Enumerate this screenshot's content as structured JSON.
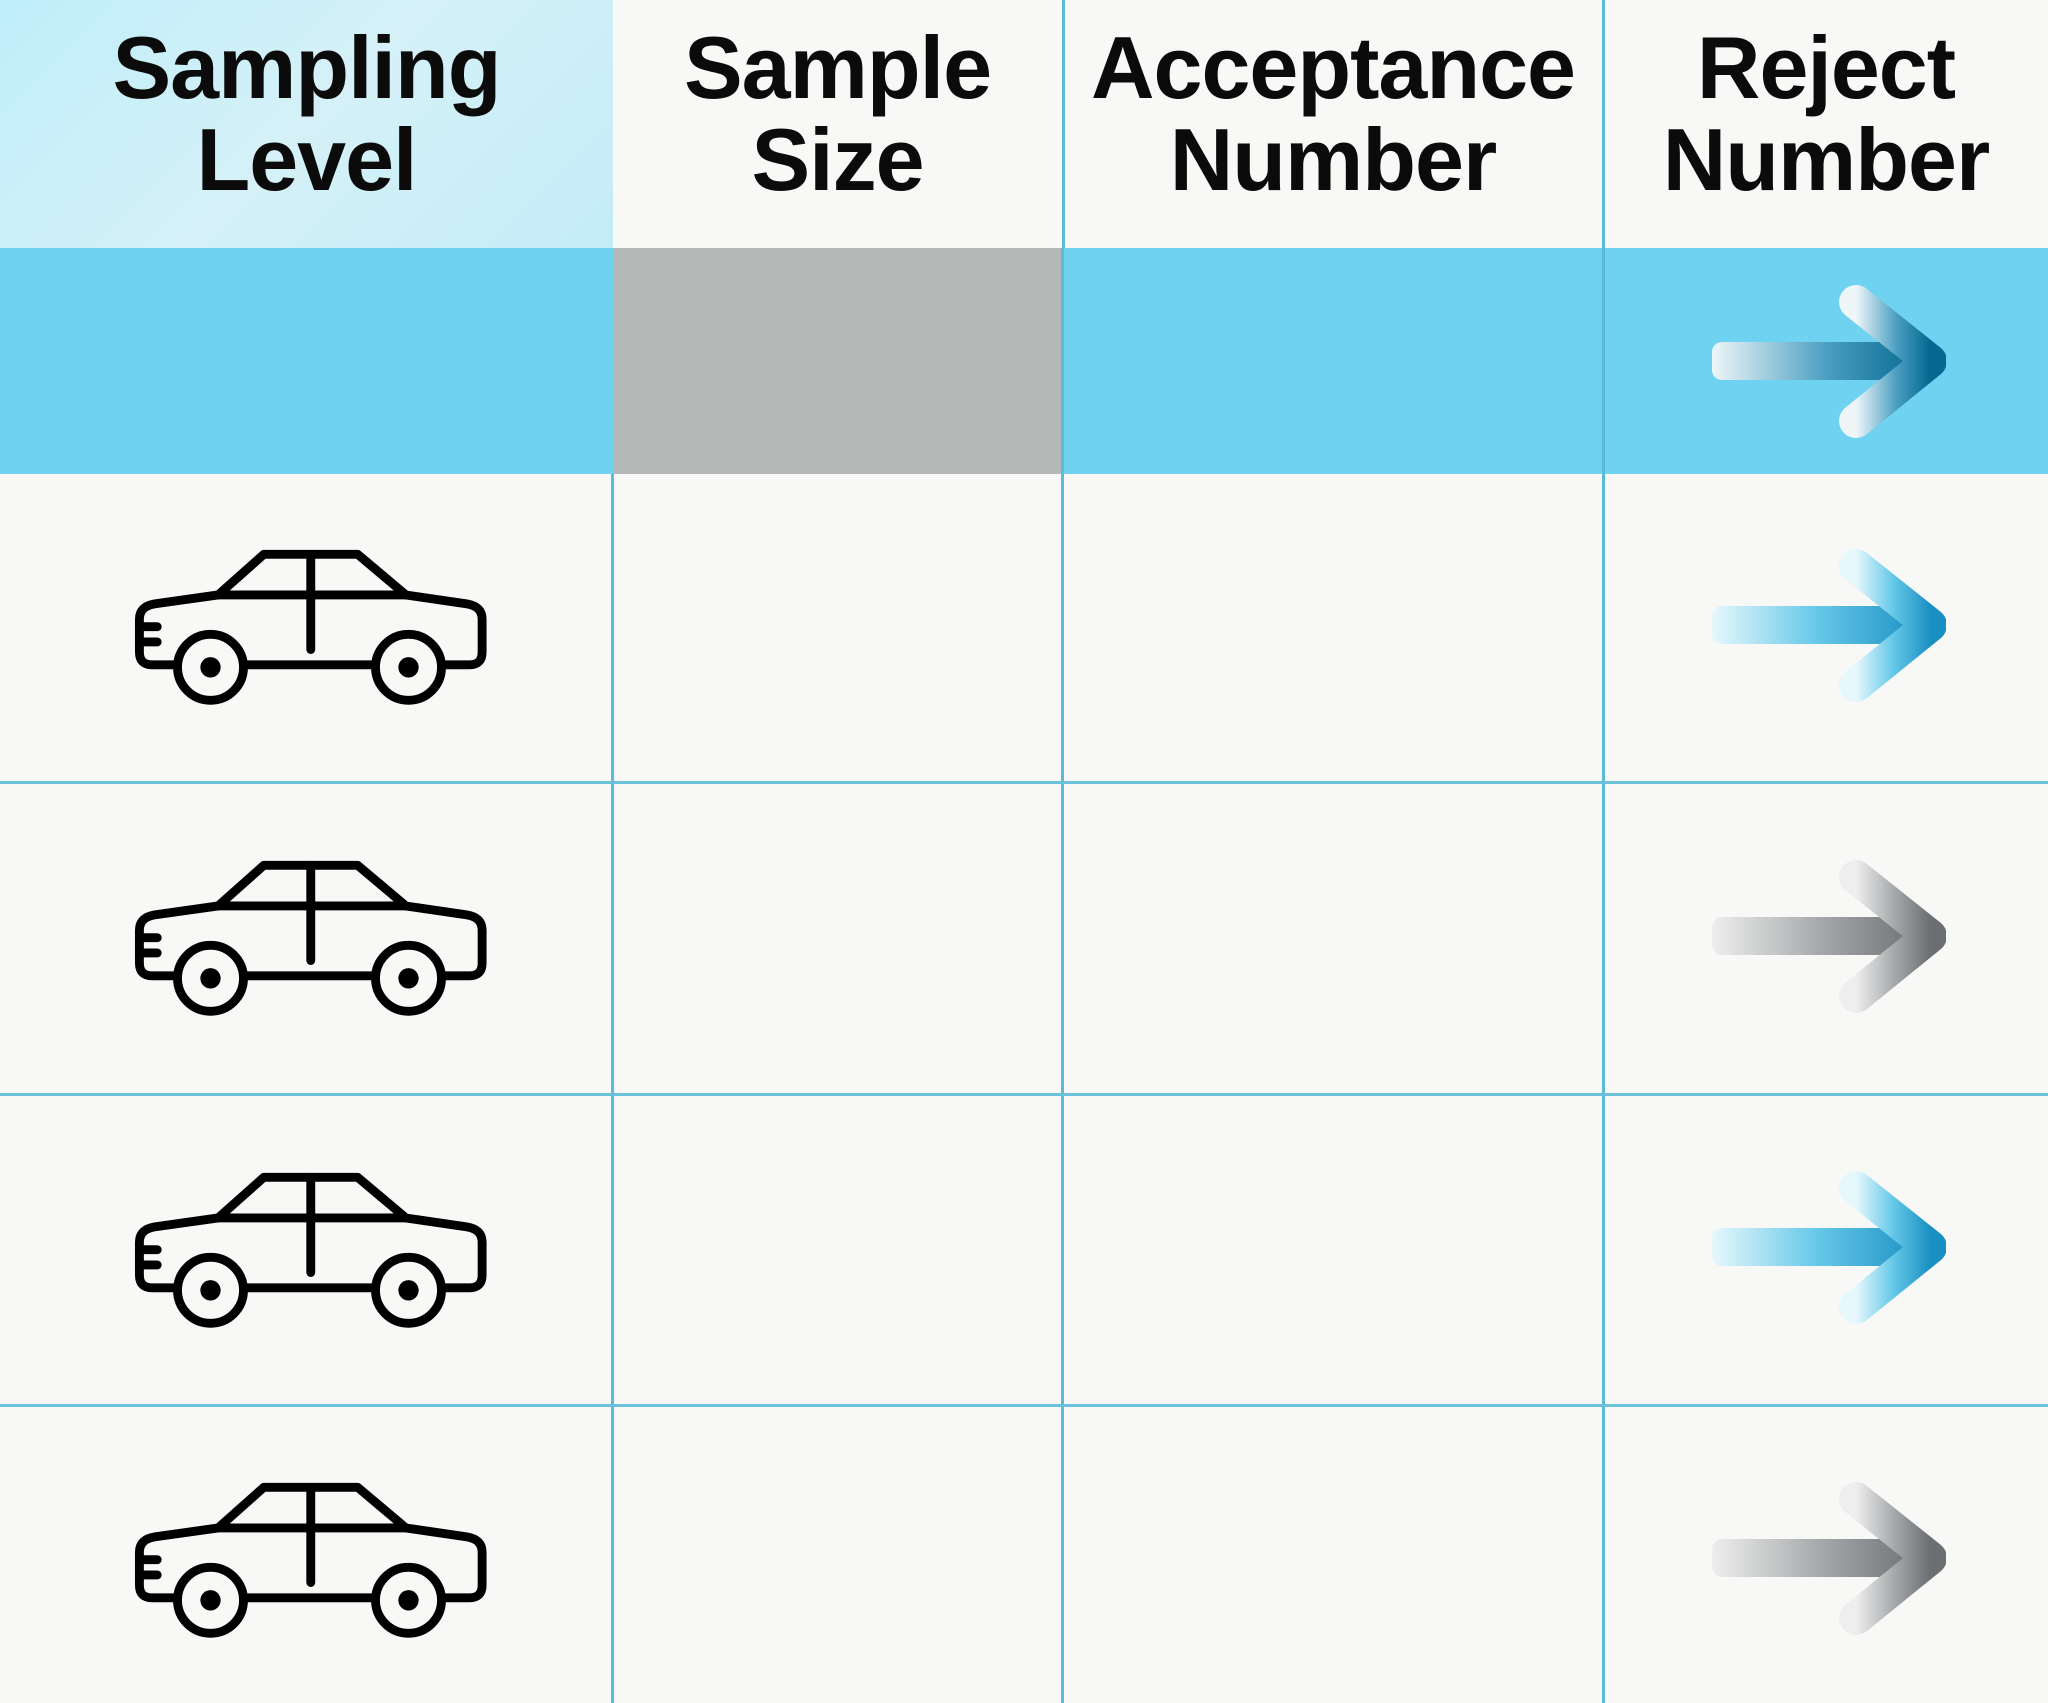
{
  "table": {
    "headers": [
      {
        "line1": "Sampling",
        "line2": "Level"
      },
      {
        "line1": "Sample",
        "line2": "Size"
      },
      {
        "line1": "Acceptance",
        "line2": "Number"
      },
      {
        "line1": "Reject",
        "line2": "Number"
      }
    ],
    "rows": [
      {
        "icon": "none",
        "arrow_icon": "arrow-right-icon",
        "arrow_color": "#0a6e98",
        "highlighted": true
      },
      {
        "icon": "car-icon",
        "arrow_icon": "arrow-right-icon",
        "arrow_color": "#1e96c8"
      },
      {
        "icon": "car-icon",
        "arrow_icon": "arrow-right-icon",
        "arrow_color": "#707477"
      },
      {
        "icon": "car-icon",
        "arrow_icon": "arrow-right-icon",
        "arrow_color": "#1e96c8"
      },
      {
        "icon": "car-icon",
        "arrow_icon": "arrow-right-icon",
        "arrow_color": "#707477"
      }
    ]
  },
  "colors": {
    "header_highlight": "#c4eef8",
    "row_highlight": "#6fd2f0",
    "gray_cell": "#b6b8b8",
    "grid": "#5cbcd8"
  }
}
